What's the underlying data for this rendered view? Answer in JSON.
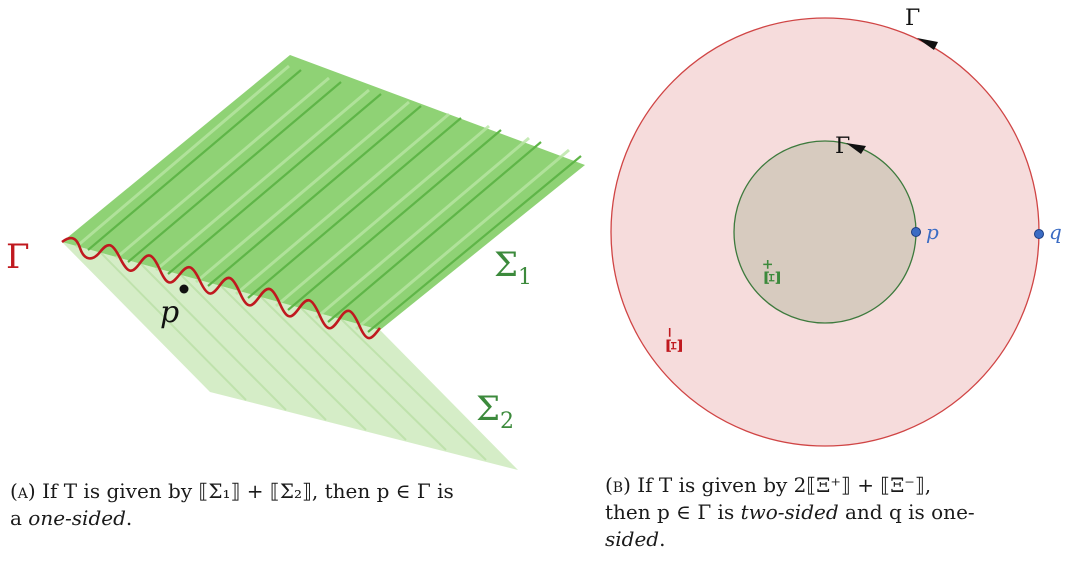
{
  "panel_a": {
    "gamma_label": "Γ",
    "point_label": "p",
    "sigma_1": {
      "symbol": "Σ",
      "sub": "1"
    },
    "sigma_2": {
      "symbol": "Σ",
      "sub": "2"
    },
    "caption": {
      "tag": "(a)",
      "line1": "If T is given by ⟦Σ₁⟧ + ⟦Σ₂⟧, then p ∈ Γ is",
      "line2_prefix": "a ",
      "line2_emph": "one-sided",
      "line2_suffix": "."
    }
  },
  "panel_b": {
    "gamma_outer_label": "Γ",
    "gamma_inner_label": "Γ",
    "point_p_label": "p",
    "point_q_label": "q",
    "xi_plus": {
      "symbol": "Ξ",
      "sup": "+"
    },
    "xi_minus": {
      "symbol": "Ξ",
      "sup": "−"
    },
    "caption": {
      "tag": "(b)",
      "line1": "If T is given by 2⟦Ξ⁺⟧ + ⟦Ξ⁻⟧,",
      "line2_prefix": "then p ∈ Γ is ",
      "line2_emph": "two-sided",
      "line2_suffix": " and q is one-",
      "line3_emph": "sided",
      "line3_suffix": "."
    }
  },
  "colors": {
    "curve_red": "#c0191f",
    "sheet_green": "#8fd275",
    "sheet_green_light": "#c8e8b8",
    "label_green": "#3c8a3c",
    "outer_disk_fill": "#f6dcdc",
    "inner_disk_fill": "#d7cbbf",
    "inner_circle_stroke": "#3d7a3d",
    "point_blue": "#3b6cc4"
  }
}
